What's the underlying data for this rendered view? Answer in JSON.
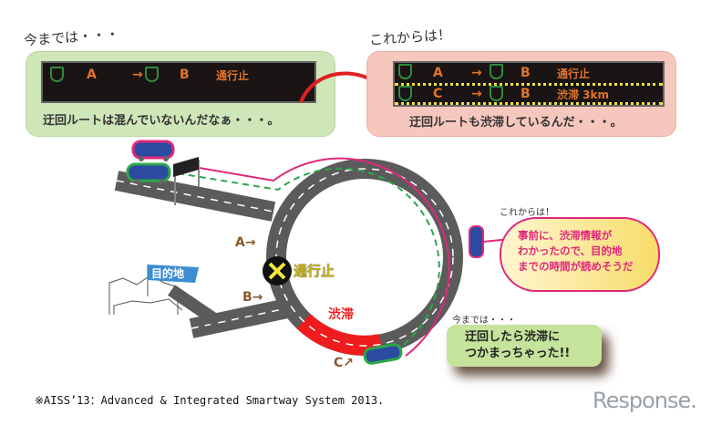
{
  "before": {
    "heading": "今までは・・・",
    "sign_row": {
      "from": "A",
      "arrow": "→",
      "to": "B",
      "status": "通行止"
    },
    "caption": "迂回ルートは混んでいないんだなぁ・・・。"
  },
  "after": {
    "heading": "これからは！",
    "sign_rows": [
      {
        "from": "A",
        "arrow": "→",
        "to": "B",
        "status": "通行止"
      },
      {
        "from": "C",
        "arrow": "→",
        "to": "B",
        "status": "渋滞 3km"
      }
    ],
    "caption": "迂回ルートも渋滞しているんだ・・・。"
  },
  "map": {
    "label_a": "A→",
    "label_b": "B→",
    "label_c": "C↗",
    "closed_label": "通行止",
    "jam_label": "渋滞",
    "destination": "目的地"
  },
  "future_bubble": {
    "heading": "これからは！",
    "text": [
      "事前に、渋滞情報が",
      "わかったので、目的地",
      "までの時間が読めそうだ"
    ]
  },
  "past_bubble": {
    "heading": "今までは・・・",
    "text": [
      "迂回したら渋滞に",
      "つかまっちゃった!!"
    ]
  },
  "footnote": "※AISS’13：Advanced & Integrated Smartway System 2013.",
  "watermark": "Response.",
  "colors": {
    "route_pink": "#e0287a",
    "route_green": "#2aa84a",
    "jam_red": "#ee1c1c",
    "sign_text": "#e2742a"
  }
}
